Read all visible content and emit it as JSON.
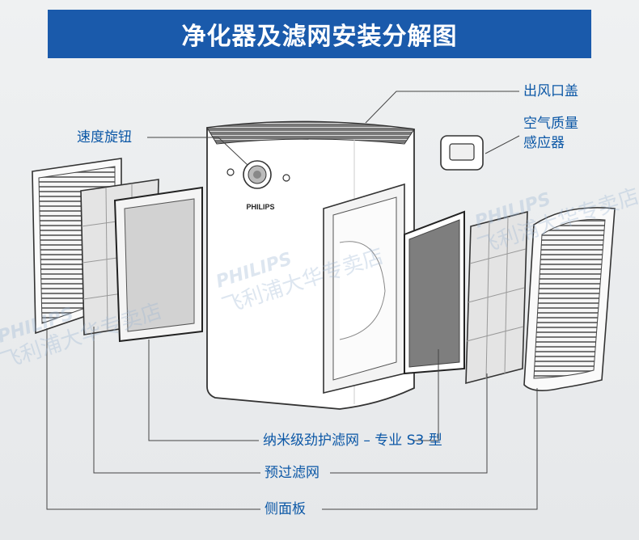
{
  "title": "净化器及滤网安装分解图",
  "labels": {
    "outlet": "出风口盖",
    "sensor_line1": "空气质量",
    "sensor_line2": "感应器",
    "speed_knob": "速度旋钮",
    "hepa": "纳米级劲护滤网 – 专业 S3 型",
    "prefilter": "预过滤网",
    "side_panel": "侧面板"
  },
  "brand": {
    "logo": "PHILIPS",
    "watermark_text": "飞利浦大华专卖店"
  },
  "colors": {
    "banner": "#1a5aab",
    "label_text": "#0b57a6",
    "leader_line": "#444444"
  }
}
